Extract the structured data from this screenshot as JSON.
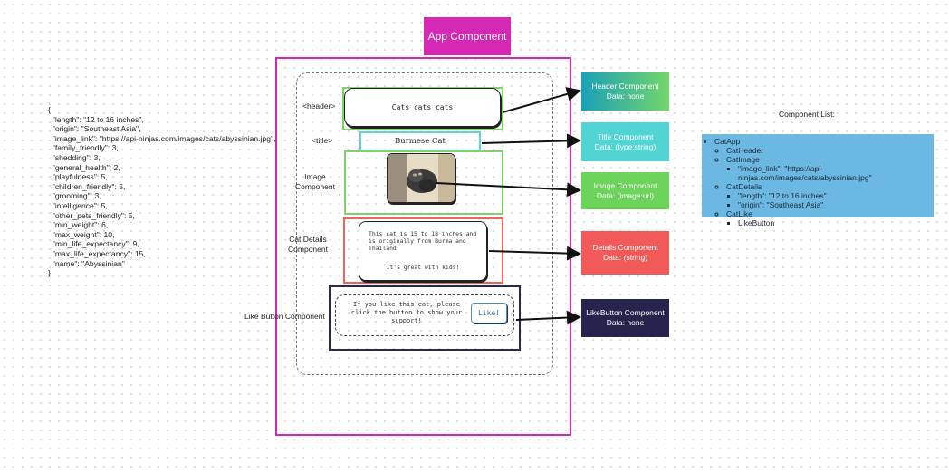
{
  "json_lines": [
    "{",
    "  \"length\": \"12 to 16 inches\",",
    "  \"origin\": \"Southeast Asia\",",
    "  \"image_link\": \"https://api-ninjas.com/images/cats/abyssinian.jpg\",",
    "  \"family_friendly\": 3,",
    "  \"shedding\": 3,",
    "  \"general_health\": 2,",
    "  \"playfulness\": 5,",
    "  \"children_friendly\": 5,",
    "  \"grooming\": 3,",
    "  \"intelligence\": 5,",
    "  \"other_pets_friendly\": 5,",
    "  \"min_weight\": 6,",
    "  \"max_weight\": 10,",
    "  \"min_life_expectancy\": 9,",
    "  \"max_life_expectancy\": 15,",
    "  \"name\": \"Abyssinian\"",
    "}"
  ],
  "app": {
    "title": "App Component"
  },
  "labels": {
    "header": "<header>",
    "title": "<title>",
    "image": "Image\nComponent",
    "cat_details": "Cat Details\nComponent",
    "like_button": "Like Button Component"
  },
  "mock": {
    "header_text": "Cats cats cats",
    "title_text": "Burmese Cat",
    "details_text": "This cat is 15 to 18 inches and is originally from Burma and Thailand",
    "details_kids": "It's great with kids!",
    "like_text": "If you like this cat, please click the button to show your support!",
    "like_button": "Like!"
  },
  "components": [
    {
      "name": "Header Component",
      "data": "Data: none",
      "color": "#1aa0b8"
    },
    {
      "name": "Title Component",
      "data": "Data: (type:string)",
      "color": "#52d4d2"
    },
    {
      "name": "Image Component",
      "data": "Data: (image:url)",
      "color": "#6cd45a"
    },
    {
      "name": "Details Component",
      "data": "Data: (string)",
      "color": "#f25a59"
    },
    {
      "name": "LikeButton Component",
      "data": "Data: none",
      "color": "#26244c"
    }
  ],
  "component_list": {
    "title": "Component List:",
    "root": "CatApp",
    "header": "CatHeader",
    "image": "CatImage",
    "image_link": "\"image_link\": \"https://api-ninjas.com/images/cats/abyssinian.jpg\"",
    "details": "CatDetails",
    "length": "\"length\": \"12 to 16 inches\"",
    "origin": "\"origin\": \"Southeast Asia\"",
    "like": "CatLike",
    "like_button": "LikeButton"
  },
  "colors": {
    "app": "#d428b5",
    "green": "#7fd36a",
    "cyan": "#5dd6d0",
    "red": "#f0625f",
    "navy": "#2a2850",
    "list_panel": "#6bb9e3"
  }
}
